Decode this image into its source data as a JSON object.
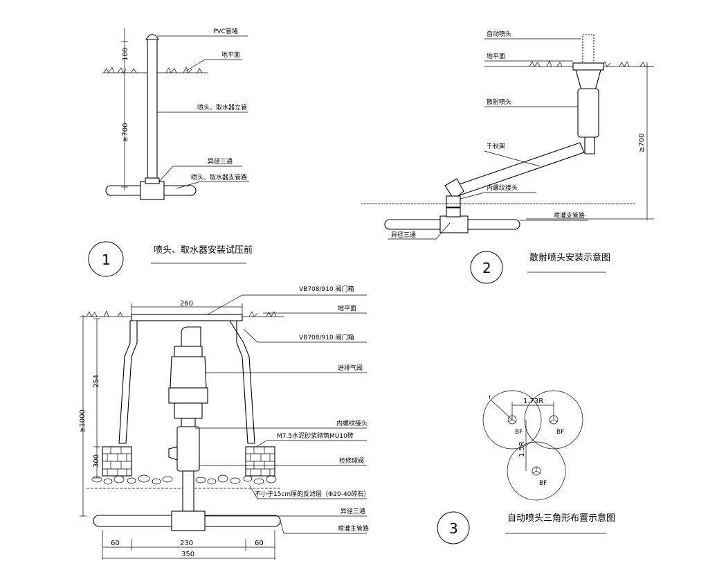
{
  "detail1": {
    "labels": {
      "pvc": "PVC管堵",
      "ground": "地平面",
      "riser": "喷头、取水器立管",
      "tee": "异径三通",
      "branch": "喷头、取水器支管路"
    },
    "dims": {
      "top": "100",
      "depth": "≥700"
    },
    "number": "1",
    "title": "喷头、取水器安装试压前"
  },
  "detail2": {
    "labels": {
      "auto_head": "自动喷头",
      "ground": "地平面",
      "spray_head": "散射喷头",
      "swing": "千秋架",
      "adapter": "内螺纹接头",
      "branch": "喷灌支管路",
      "tee": "异径三通"
    },
    "dims": {
      "depth": "≥700"
    },
    "number": "2",
    "title": "散射喷头安装示意图"
  },
  "detail3": {
    "labels": {
      "box": "VB708/910 阀门箱",
      "ground": "地平面",
      "cover": "VB708/910 阀门箱",
      "valve": "进排气阀",
      "adapter": "内螺纹接头",
      "masonry": "M7.5水泥砂浆砌筑MU10砖",
      "ball_valve": "检修球阀",
      "gravel": "不小于15cm厚的反滤层（Φ20-40碎石）",
      "tee": "异径三通",
      "main": "喷灌主管路"
    },
    "dims": {
      "top": "260",
      "d254": "254",
      "d300": "300",
      "total": "≥1000",
      "b60a": "60",
      "b230": "230",
      "b60b": "60",
      "b350": "350"
    }
  },
  "detail4": {
    "labels": {
      "spacing_h": "1.73R",
      "spacing_v": "1.5R",
      "r": "r",
      "bf1": "BF",
      "bf2": "BF",
      "bf3": "BF"
    },
    "number": "3",
    "title": "自动喷头三角形布置示意图"
  }
}
